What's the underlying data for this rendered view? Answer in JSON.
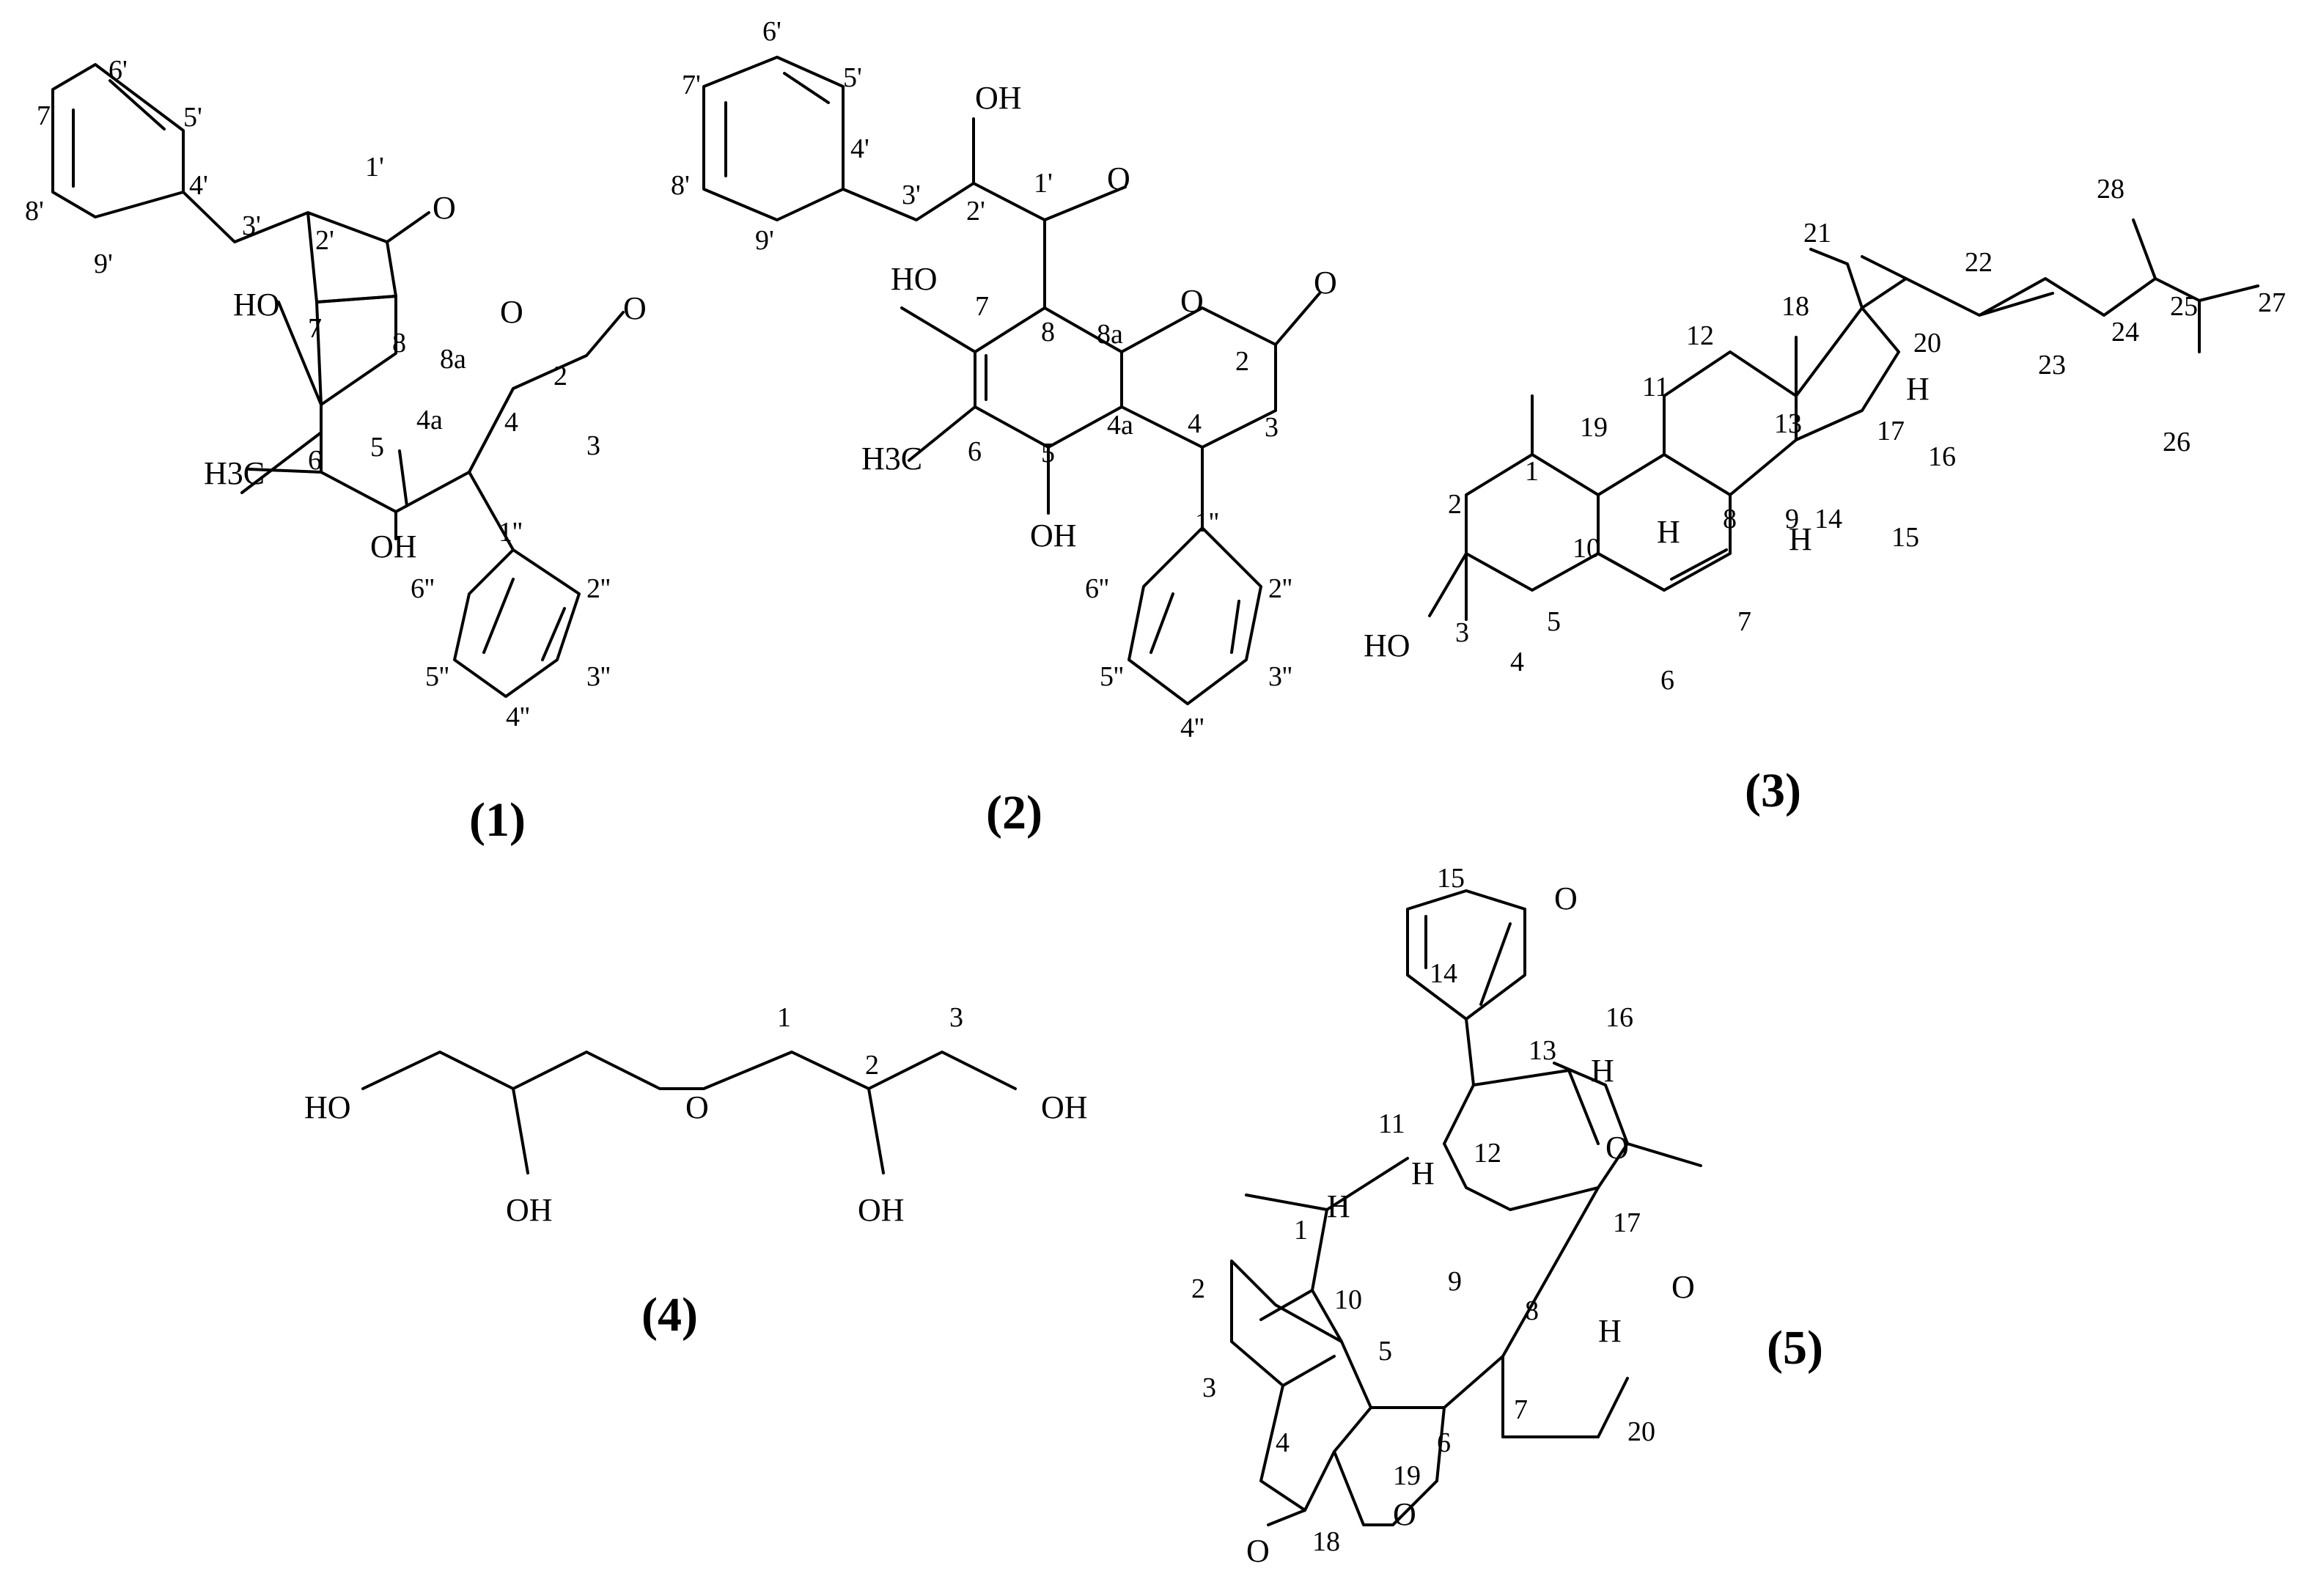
{
  "compounds": [
    {
      "caption": "(1)",
      "labels": [
        "6'",
        "5'",
        "7'",
        "4'",
        "8'",
        "9'",
        "3'",
        "2'",
        "1'",
        "O",
        "HO",
        "7",
        "8",
        "8a",
        "O",
        "O",
        "2",
        "6",
        "5",
        "4a",
        "4",
        "3",
        "H3C",
        "OH",
        "1''",
        "6''",
        "2''",
        "5''",
        "3''",
        "4''"
      ]
    },
    {
      "caption": "(2)",
      "labels": [
        "6'",
        "7'",
        "5'",
        "8'",
        "4'",
        "9'",
        "3'",
        "OH",
        "2'",
        "1'",
        "O",
        "HO",
        "7",
        "8",
        "8a",
        "O",
        "O",
        "2",
        "6",
        "5",
        "4a",
        "4",
        "3",
        "H3C",
        "OH",
        "1''",
        "6''",
        "2''",
        "5''",
        "3''",
        "4''"
      ]
    },
    {
      "caption": "(3)",
      "labels": [
        "28",
        "21",
        "22",
        "18",
        "20",
        "24",
        "25",
        "27",
        "23",
        "12",
        "13",
        "17",
        "H",
        "26",
        "11",
        "16",
        "19",
        "1",
        "9",
        "14",
        "2",
        "10",
        "H",
        "8",
        "H",
        "15",
        "HO",
        "3",
        "5",
        "7",
        "4",
        "6"
      ]
    },
    {
      "caption": "(4)",
      "labels": [
        "1",
        "3",
        "2",
        "HO",
        "O",
        "OH",
        "OH",
        "OH"
      ]
    },
    {
      "caption": "(5)",
      "labels": [
        "15",
        "O",
        "14",
        "16",
        "13",
        "H",
        "11",
        "12",
        "O",
        "H",
        "17",
        "1",
        "9",
        "H",
        "O",
        "2",
        "10",
        "8",
        "H",
        "5",
        "3",
        "7",
        "20",
        "6",
        "4",
        "19",
        "O",
        "18",
        "O"
      ]
    }
  ]
}
